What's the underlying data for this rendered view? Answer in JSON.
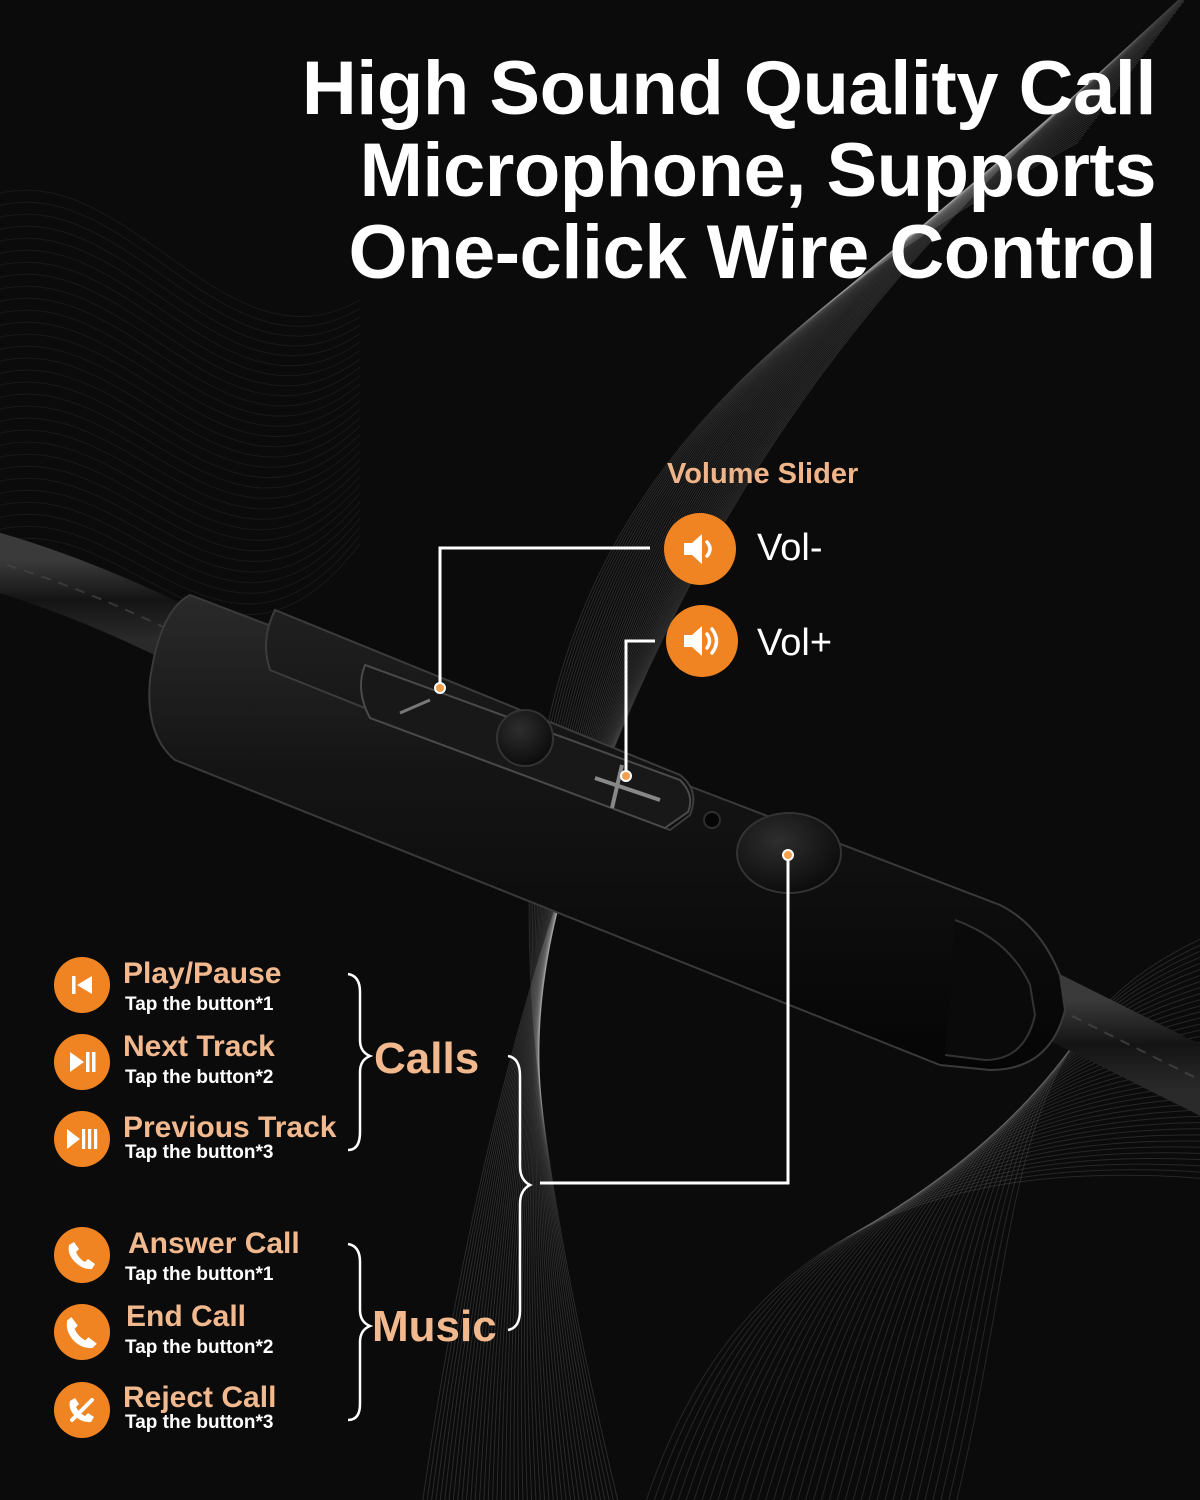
{
  "headline": {
    "line1": "High Sound Quality Call",
    "line2": "Microphone, Supports",
    "line3": "One-click Wire Control"
  },
  "volume": {
    "title": "Volume Slider",
    "down_label": "Vol-",
    "up_label": "Vol+",
    "down_icon": "speaker-low-icon",
    "up_icon": "speaker-high-icon"
  },
  "music_controls": [
    {
      "title": "Play/Pause",
      "sub": "Tap the button*1",
      "icon": "skip-back-icon"
    },
    {
      "title": "Next Track",
      "sub": "Tap the button*2",
      "icon": "play-pause-icon"
    },
    {
      "title": "Previous Track",
      "sub": "Tap the button*3",
      "icon": "play-triple-bar-icon"
    }
  ],
  "call_controls": [
    {
      "title": "Answer Call",
      "sub": "Tap the button*1",
      "icon": "phone-icon"
    },
    {
      "title": "End Call",
      "sub": "Tap the button*2",
      "icon": "phone-icon"
    },
    {
      "title": "Reject Call",
      "sub": "Tap the button*3",
      "icon": "reject-call-icon"
    }
  ],
  "groups": {
    "first": "Calls",
    "second": "Music"
  },
  "colors": {
    "accent": "#f08422",
    "label": "#f2b88e",
    "background": "#0b0b0b"
  }
}
